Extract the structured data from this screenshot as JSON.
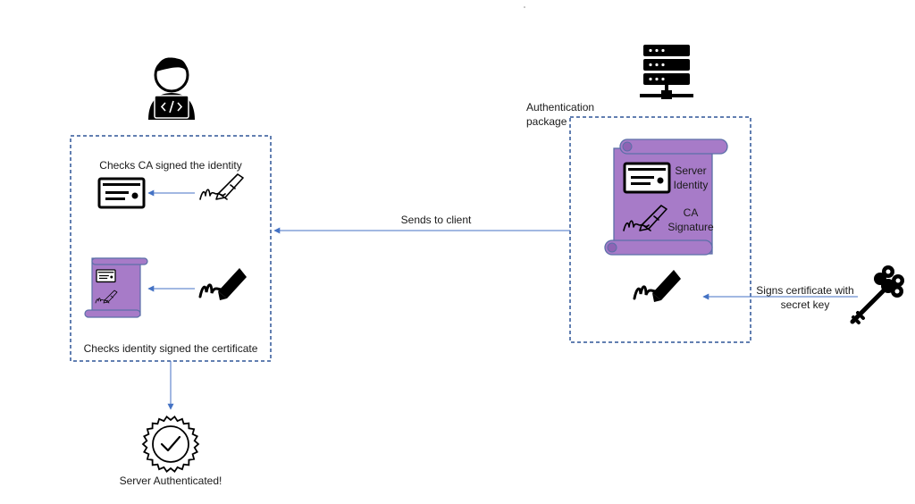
{
  "client_box": {
    "check_ca_label": "Checks CA signed the identity",
    "check_identity_label": "Checks identity signed the certificate"
  },
  "server_box": {
    "package_label_line1": "Authentication",
    "package_label_line2": "package",
    "server_identity_line1": "Server",
    "server_identity_line2": "Identity",
    "ca_signature_line1": "CA",
    "ca_signature_line2": "Signature"
  },
  "arrows": {
    "sends_to_client": "Sends to client",
    "signs_line1": "Signs certificate with",
    "signs_line2": "secret  key"
  },
  "result": {
    "label": "Server Authenticated!"
  },
  "colors": {
    "box_border": "#2f5597",
    "arrow": "#4472c4",
    "scroll_fill": "#a77bc8",
    "scroll_border": "#5b6fa8",
    "icon": "#000000"
  },
  "icons": [
    "developer-icon",
    "server-rack-icon",
    "id-card-icon",
    "signature-pen-icon",
    "certificate-scroll-icon",
    "signature-ink-icon",
    "key-icon",
    "verified-badge-icon"
  ]
}
